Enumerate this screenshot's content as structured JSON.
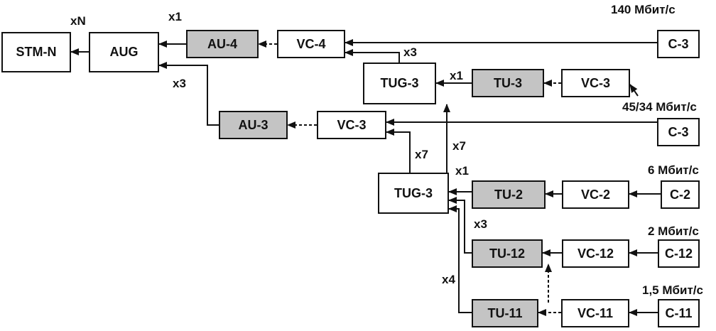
{
  "colors": {
    "shaded_fill": "#c4c4c4",
    "line": "#111111"
  },
  "blocks": {
    "stm_n": "STM-N",
    "aug": "AUG",
    "au4": "AU-4",
    "vc4": "VC-4",
    "c3_a": "C-3",
    "tug3_a": "TUG-3",
    "tu3": "TU-3",
    "vc3_a": "VC-3",
    "au3": "AU-3",
    "vc3_b": "VC-3",
    "c3_b": "C-3",
    "tug3_b": "TUG-3",
    "tu2": "TU-2",
    "vc2": "VC-2",
    "c2": "C-2",
    "tu12": "TU-12",
    "vc12": "VC-12",
    "c12": "C-12",
    "tu11": "TU-11",
    "vc11": "VC-11",
    "c11": "C-11"
  },
  "multipliers": {
    "xn": "xN",
    "x1_au4": "x1",
    "x3_au3": "x3",
    "x3_tug3": "x3",
    "x1_tu3": "x1",
    "x7_right": "x7",
    "x7_left": "x7",
    "x1_tu2": "x1",
    "x3_tu12": "x3",
    "x4_tu11": "x4"
  },
  "rates": {
    "r140": "140 Мбит/с",
    "r45": "45/34 Мбит/с",
    "r6": "6 Мбит/с",
    "r2": "2 Мбит/с",
    "r15": "1,5 Мбит/с"
  }
}
